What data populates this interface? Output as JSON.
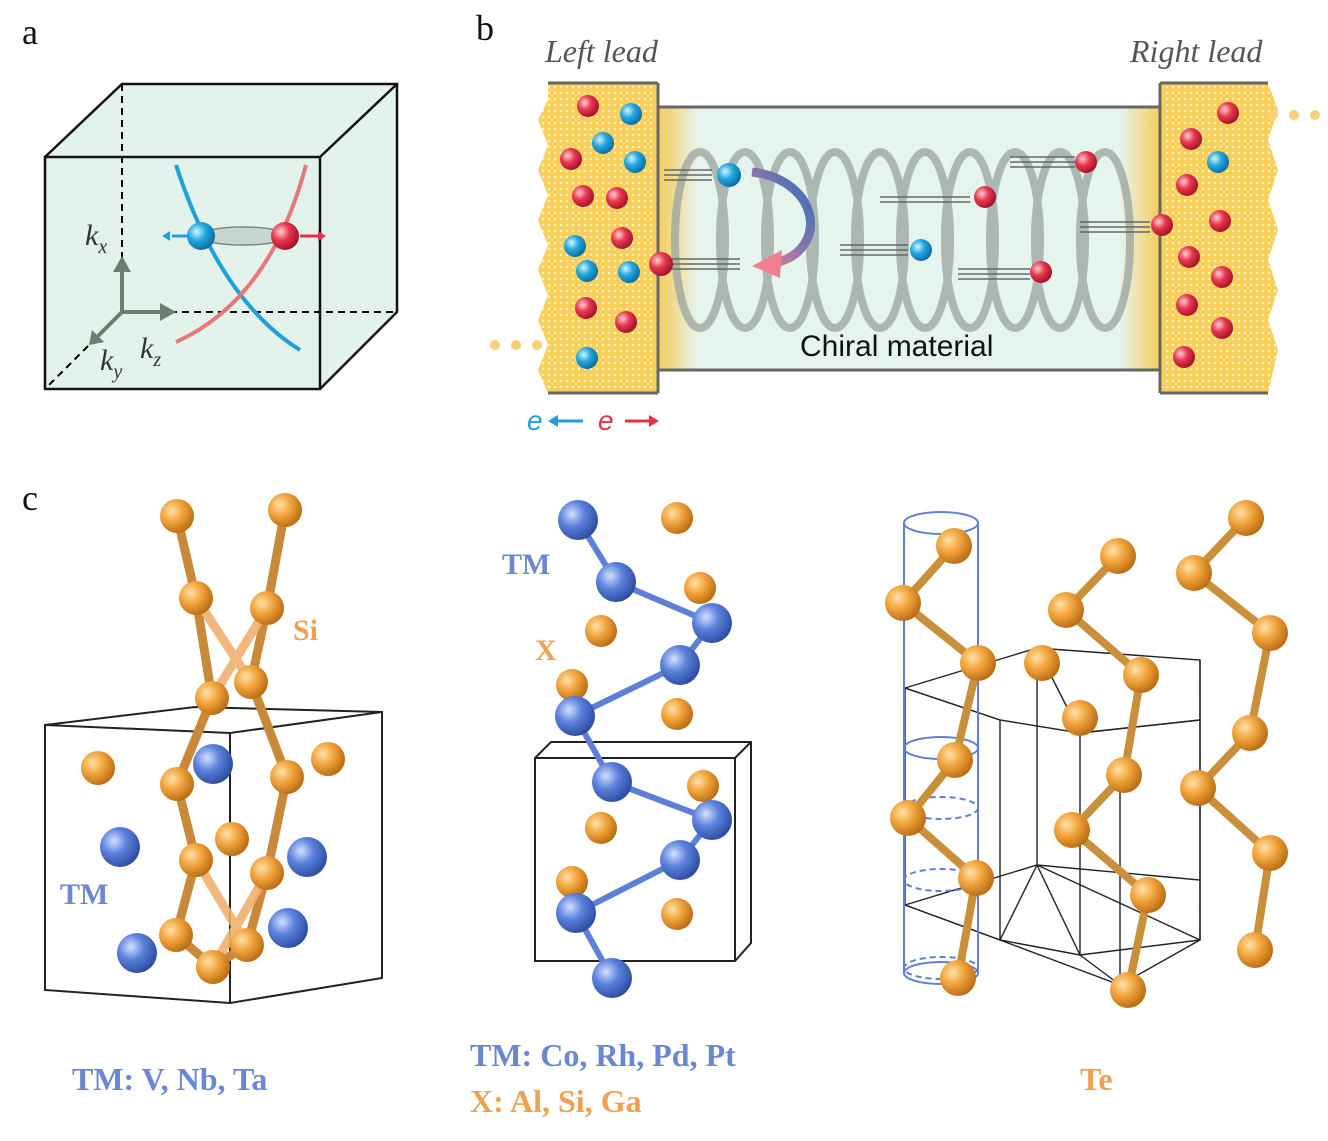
{
  "figure": {
    "panel_a": {
      "label": "a",
      "axes": {
        "kx": "k",
        "kx_sub": "x",
        "ky": "k",
        "ky_sub": "y",
        "kz": "k",
        "kz_sub": "z"
      }
    },
    "panel_b": {
      "label": "b",
      "left_lead": "Left lead",
      "right_lead": "Right lead",
      "material": "Chiral material",
      "legend": {
        "e_left": "e",
        "e_right": "e"
      }
    },
    "panel_c": {
      "label": "c",
      "structure1": {
        "tm_label": "TM",
        "si_label": "Si",
        "caption": "TM: V, Nb, Ta"
      },
      "structure2": {
        "tm_label": "TM",
        "x_label": "X",
        "caption_tm": "TM: Co, Rh, Pd, Pt",
        "caption_x": "X: Al, Si, Ga"
      },
      "structure3": {
        "caption": "Te"
      }
    },
    "colors": {
      "blue_atom": "#5a7fd6",
      "orange_atom": "#f0a040",
      "spin_blue": "#1ea0dc",
      "spin_red": "#e8304a",
      "lead_gold": "#f6c94a",
      "cube_fill": "#e3f3ec",
      "label_blue": "#6b87d4",
      "label_orange": "#f0a050"
    }
  }
}
